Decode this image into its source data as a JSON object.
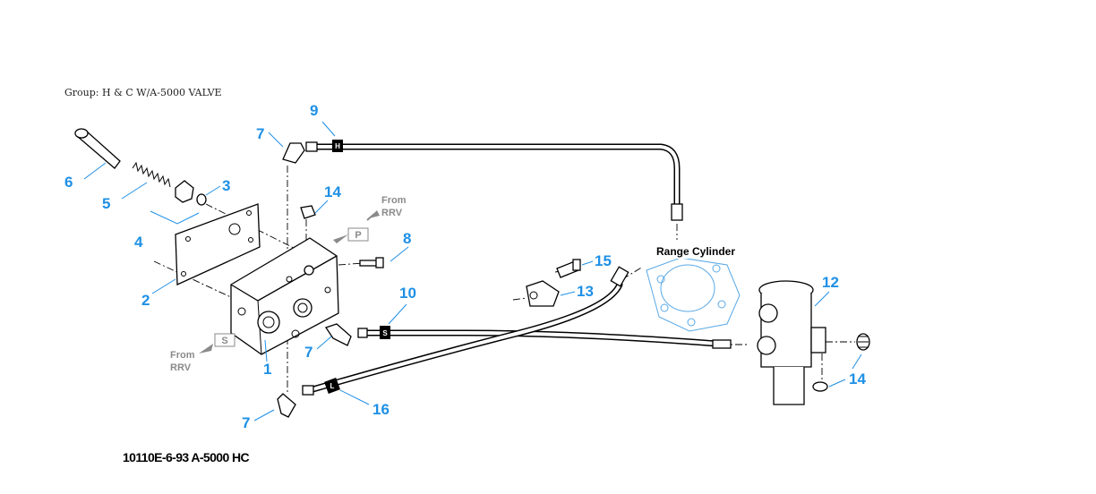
{
  "header": {
    "group": "Group: H & C W/A-5000 VALVE"
  },
  "caption": "10110E-6-93 A-5000 HC",
  "callouts": {
    "c1": "1",
    "c2": "2",
    "c3": "3",
    "c4": "4",
    "c5": "5",
    "c6": "6",
    "c7a": "7",
    "c7b": "7",
    "c7c": "7",
    "c8": "8",
    "c9": "9",
    "c10": "10",
    "c12": "12",
    "c13": "13",
    "c14a": "14",
    "c14b": "14",
    "c15": "15",
    "c16": "16"
  },
  "labels": {
    "from_rrv_top_1": "From",
    "from_rrv_top_2": "RRV",
    "from_rrv_bottom_1": "From",
    "from_rrv_bottom_2": "RRV",
    "port_p": "P",
    "port_s": "S",
    "range_cylinder": "Range Cylinder",
    "tag_h": "H",
    "tag_s": "S",
    "tag_l": "L"
  },
  "colors": {
    "callout": "#1e90e6",
    "ghost": "#5aa9e6",
    "gray_label": "#8a8a8a"
  }
}
